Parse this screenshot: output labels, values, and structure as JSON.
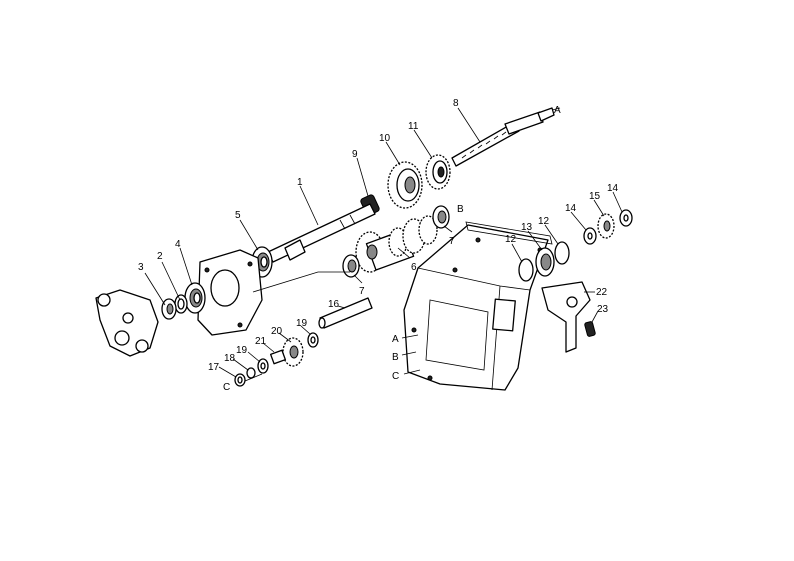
{
  "diagram": {
    "part_numbers": [
      "1",
      "2",
      "3",
      "4",
      "5",
      "6",
      "7",
      "7",
      "8",
      "9",
      "10",
      "11",
      "12",
      "12",
      "13",
      "14",
      "14",
      "15",
      "16",
      "17",
      "18",
      "19",
      "19",
      "20",
      "21",
      "22",
      "23"
    ],
    "reference_letters": [
      "A",
      "B",
      "C",
      "A",
      "B",
      "C"
    ]
  },
  "labels": {
    "p1": "1",
    "p2": "2",
    "p3": "3",
    "p4": "4",
    "p5": "5",
    "p6": "6",
    "p7a": "7",
    "p7b": "7",
    "p8": "8",
    "p9": "9",
    "p10": "10",
    "p11": "11",
    "p12a": "12",
    "p12b": "12",
    "p13": "13",
    "p14a": "14",
    "p14b": "14",
    "p15": "15",
    "p16": "16",
    "p17": "17",
    "p18": "18",
    "p19a": "19",
    "p19b": "19",
    "p20": "20",
    "p21": "21",
    "p22": "22",
    "p23": "23",
    "refA_top": "A",
    "refB_top": "B",
    "refC_left": "C",
    "refA_case": "A",
    "refB_case": "B",
    "refC_case": "C"
  }
}
